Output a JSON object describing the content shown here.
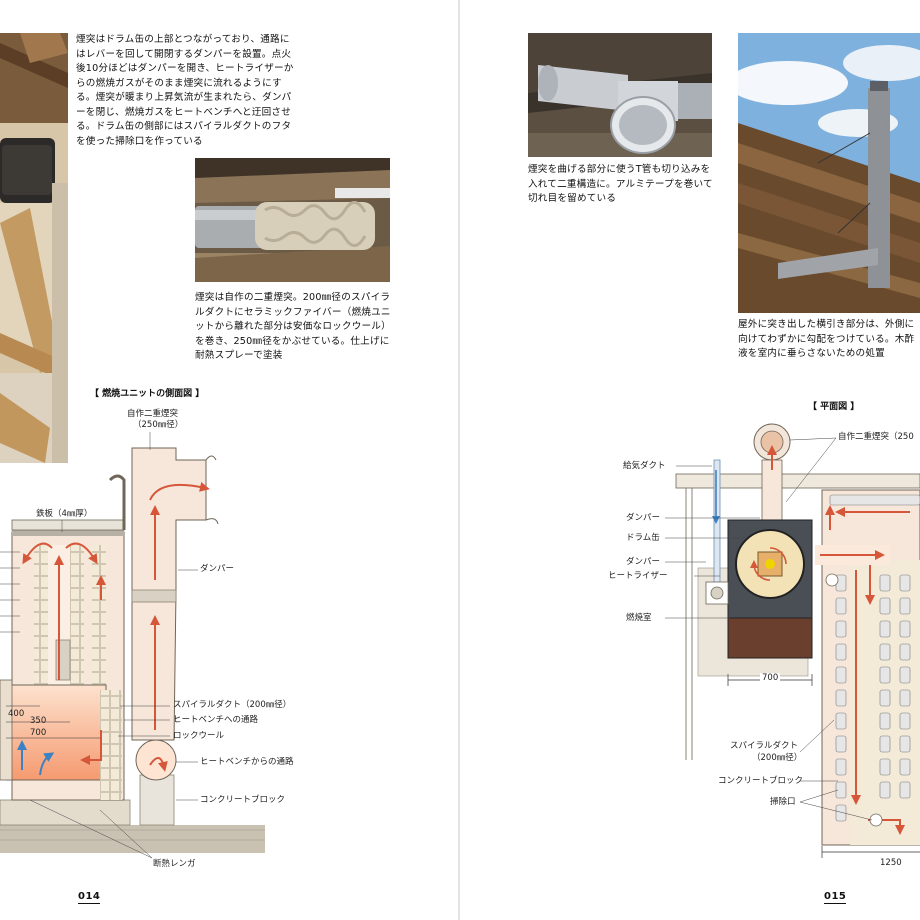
{
  "pages": {
    "left": {
      "number": "014",
      "caption_1": "煙突はドラム缶の上部とつながっており、通路にはレバーを回して開閉するダンパーを設置。点火後10分ほどはダンパーを開き、ヒートライザーからの燃焼ガスがそのまま煙突に流れるようにする。煙突が暖まり上昇気流が生まれたら、ダンパーを閉じ、燃焼ガスをヒートベンチへと迂回させる。ドラム缶の側部にはスパイラルダクトのフタを使った掃除口を作っている",
      "caption_2": "煙突は自作の二重煙突。200㎜径のスパイラルダクトにセラミックファイバー（燃焼ユニットから離れた部分は安価なロックウール）を巻き、250㎜径をかぶせている。仕上げに耐熱スプレーで塗装",
      "diagram_title": "【 燃焼ユニットの側面図 】",
      "labels": {
        "chimney": "自作二重煙突",
        "chimney_size": "（250㎜径）",
        "steel_plate": "鉄板（4㎜厚）",
        "damper": "ダンパー",
        "spiral_duct": "スパイラルダクト（200㎜径）",
        "to_bench": "ヒートベンチへの通路",
        "rockwool": "ロックウール",
        "from_bench": "ヒートベンチからの通路",
        "concrete_block": "コンクリートブロック",
        "insulating_brick": "断熱レンガ",
        "dim_400": "400",
        "dim_350": "350",
        "dim_700": "700"
      }
    },
    "right": {
      "number": "015",
      "caption_1": "煙突を曲げる部分に使うT管も切り込みを入れて二重構造に。アルミテープを巻いて切れ目を留めている",
      "caption_2": "屋外に突き出した横引き部分は、外側に向けてわずかに勾配をつけている。木酢液を室内に垂らさないための処置",
      "diagram_title": "【 平面図 】",
      "labels": {
        "chimney": "自作二重煙突（250",
        "intake_duct": "給気ダクト",
        "damper_1": "ダンパー",
        "drum": "ドラム缶",
        "damper_2": "ダンパー",
        "heat_riser": "ヒートライザー",
        "combustion_chamber": "燃焼室",
        "dim_700": "700",
        "spiral_duct": "スパイラルダクト",
        "spiral_duct_size": "（200㎜径）",
        "concrete_block": "コンクリートブロック",
        "cleanout": "掃除口",
        "dim_1250": "1250"
      }
    }
  }
}
